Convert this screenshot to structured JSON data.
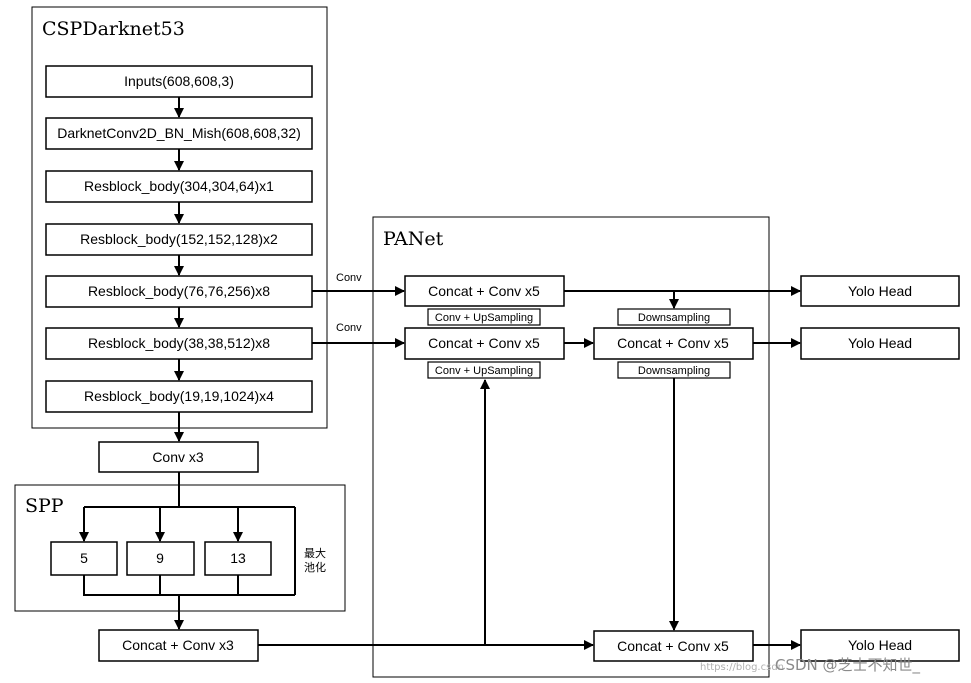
{
  "sections": {
    "backbone_title": "CSPDarknet53",
    "spp_title": "SPP",
    "panet_title": "PANet"
  },
  "backbone": {
    "inputs": "Inputs(608,608,3)",
    "conv_bn_mish": "DarknetConv2D_BN_Mish(608,608,32)",
    "res1": "Resblock_body(304,304,64)x1",
    "res2": "Resblock_body(152,152,128)x2",
    "res8a": "Resblock_body(76,76,256)x8",
    "res8b": "Resblock_body(38,38,512)x8",
    "res4": "Resblock_body(19,19,1024)x4"
  },
  "neck": {
    "conv_x3": "Conv x3",
    "pool_5": "5",
    "pool_9": "9",
    "pool_13": "13",
    "maxpool_label_line1": "最大",
    "maxpool_label_line2": "池化",
    "concat_conv_x3": "Concat + Conv x3"
  },
  "panet": {
    "concat_left_top": "Concat + Conv x5",
    "concat_left_mid": "Concat + Conv x5",
    "concat_right_mid": "Concat + Conv x5",
    "concat_right_bottom": "Concat + Conv x5",
    "upsample_1": "Conv + UpSampling",
    "upsample_2": "Conv + UpSampling",
    "downsample_1": "Downsampling",
    "downsample_2": "Downsampling",
    "conv_label_1": "Conv",
    "conv_label_2": "Conv"
  },
  "heads": {
    "head_top": "Yolo Head",
    "head_mid": "Yolo Head",
    "head_bottom": "Yolo Head"
  },
  "watermark": {
    "brand": "CSDN @芝士不知世_",
    "url": "https://blog.csdn"
  }
}
